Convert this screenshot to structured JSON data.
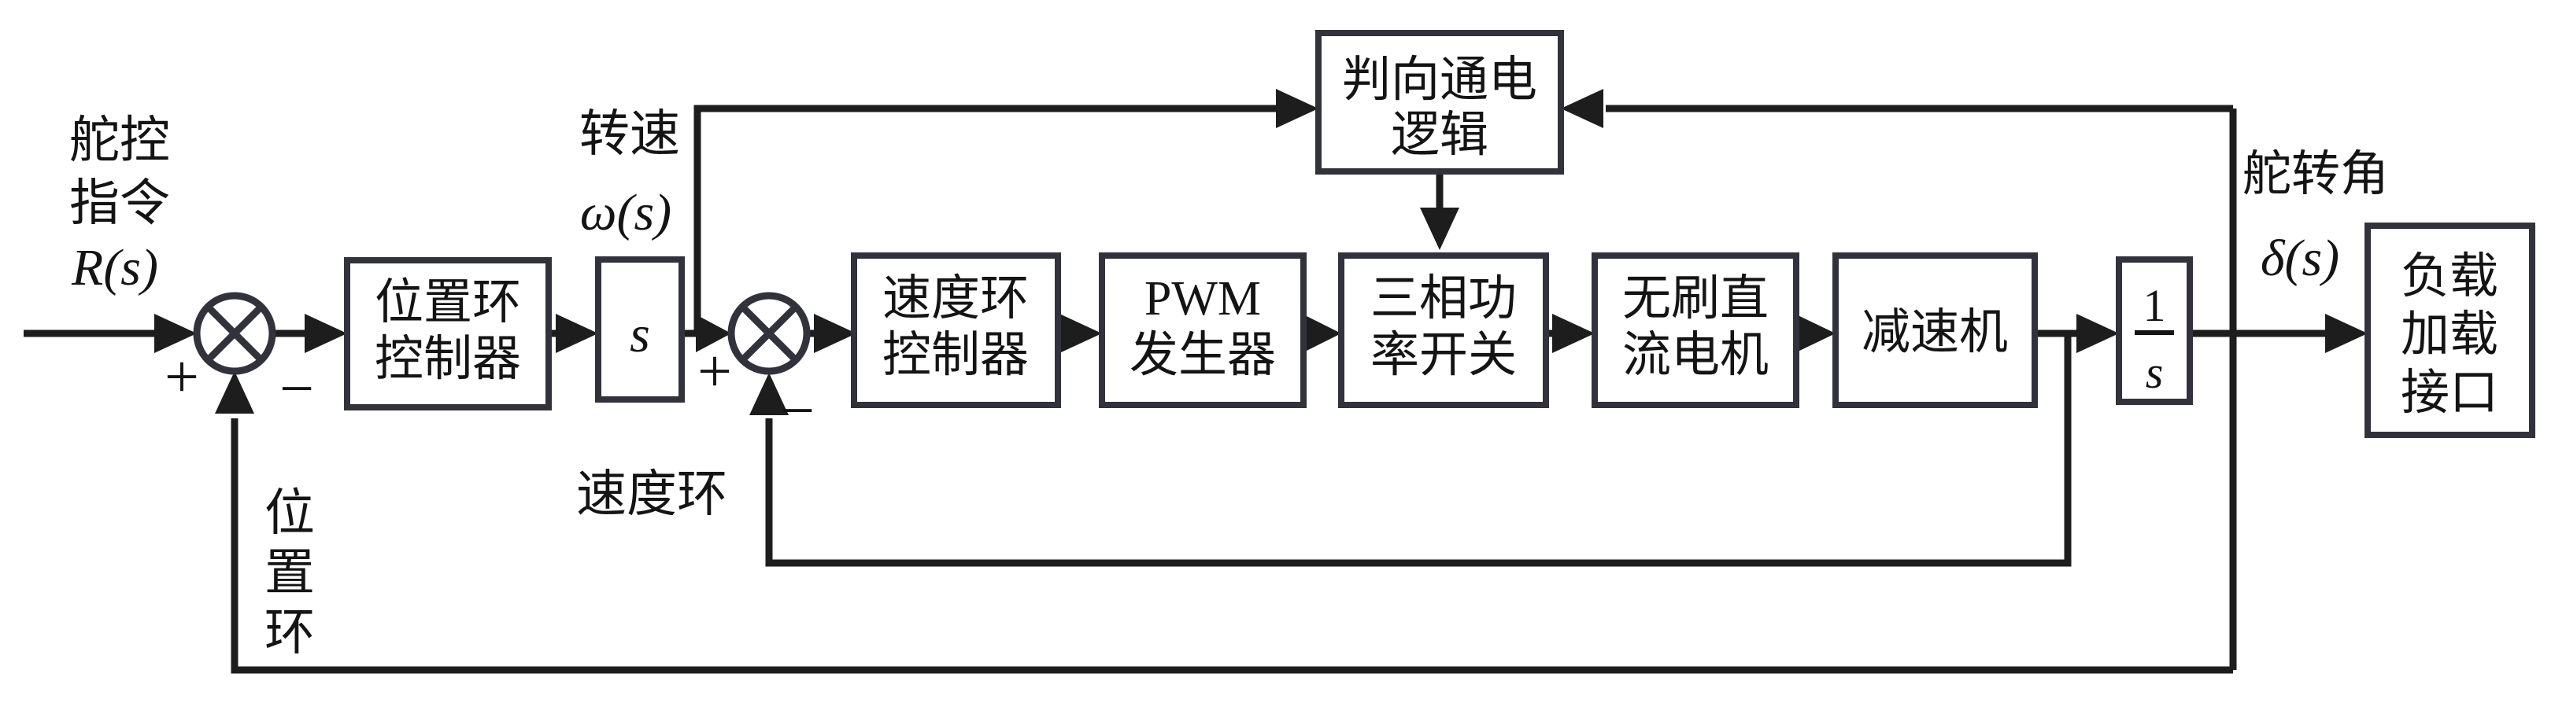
{
  "diagram_title": "brushless-dc-rudder-servo-control-loop",
  "colors": {
    "line": "#1d1d1d",
    "box_border": "#32323c",
    "text": "#141414",
    "background": "#ffffff"
  },
  "signals": {
    "input_label_line1": "舵控",
    "input_label_line2": "指令",
    "input_symbol": "R(s)",
    "speed_tap_label": "转速",
    "speed_tap_symbol": "ω(s)",
    "output_label": "舵转角",
    "output_symbol": "δ(s)",
    "plus": "+",
    "minus": "−"
  },
  "loops": {
    "position_loop_chars": [
      "位",
      "置",
      "环"
    ],
    "speed_loop_label": "速度环"
  },
  "blocks": {
    "direction_logic": {
      "line1": "判向通电",
      "line2": "逻辑"
    },
    "position_controller": {
      "line1": "位置环",
      "line2": "控制器"
    },
    "s_block": {
      "label": "s"
    },
    "speed_controller": {
      "line1": "速度环",
      "line2": "控制器"
    },
    "pwm_generator": {
      "line1": "PWM",
      "line2": "发生器"
    },
    "three_phase_power_switch": {
      "line1": "三相功",
      "line2": "率开关"
    },
    "brushless_dc_motor": {
      "line1": "无刷直",
      "line2": "流电机"
    },
    "reducer": {
      "label": "减速机"
    },
    "integrator": {
      "numerator": "1",
      "denominator": "s"
    },
    "load_interface": {
      "line1": "负载",
      "line2": "加载",
      "line3": "接口"
    }
  }
}
